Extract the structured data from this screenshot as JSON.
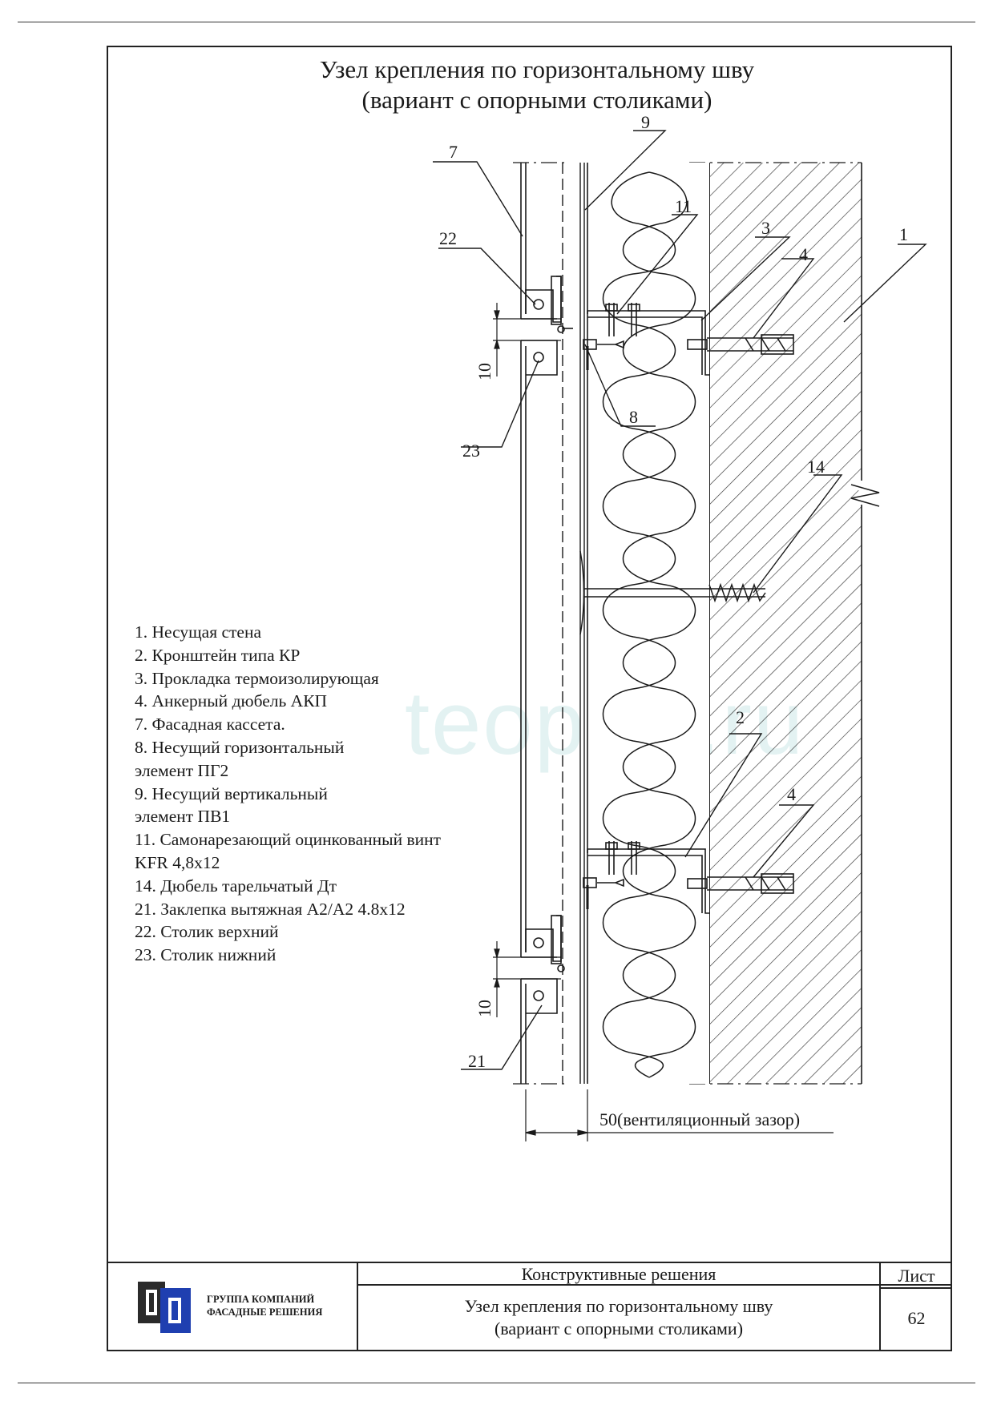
{
  "title": {
    "line1": "Узел крепления по горизонтальному шву",
    "line2": "(вариант с опорными столиками)"
  },
  "callouts": {
    "n1": "1",
    "n2": "2",
    "n3": "3",
    "n4a": "4",
    "n4b": "4",
    "n7": "7",
    "n8": "8",
    "n9": "9",
    "n11": "11",
    "n14": "14",
    "n21": "21",
    "n22": "22",
    "n23": "23"
  },
  "dimensions": {
    "gap_top": "10",
    "gap_bottom": "10",
    "ventilation": "50(вентиляционный зазор)"
  },
  "legend": [
    "1. Несущая стена",
    "2. Кронштейн типа КР",
    "3. Прокладка термоизолирующая",
    "4. Анкерный дюбель АКП",
    "7. Фасадная кассета.",
    "8. Несущий горизонтальный",
    "элемент ПГ2",
    "9. Несущий вертикальный",
    "элемент ПВ1",
    "11. Самонарезающий оцинкованный винт",
    "KFR 4,8х12",
    "14. Дюбель тарельчатый Дт",
    "21. Заклепка вытяжная А2/А2 4.8х12",
    "22. Столик верхний",
    "23. Столик нижний"
  ],
  "watermark": "teoplity.ru",
  "title_block": {
    "section": "Конструктивные решения",
    "sheet_label": "Лист",
    "sheet_number": "62",
    "name_line1": "Узел крепления по горизонтальному шву",
    "name_line2": "(вариант с опорными столиками)",
    "company_line1": "ГРУППА КОМПАНИЙ",
    "company_line2": "ФАСАДНЫЕ РЕШЕНИЯ"
  },
  "colors": {
    "line": "#1a1a1a",
    "watermark": "#e3f2f2",
    "logo_dark": "#2b2b2b",
    "logo_blue": "#1f3fb0"
  }
}
